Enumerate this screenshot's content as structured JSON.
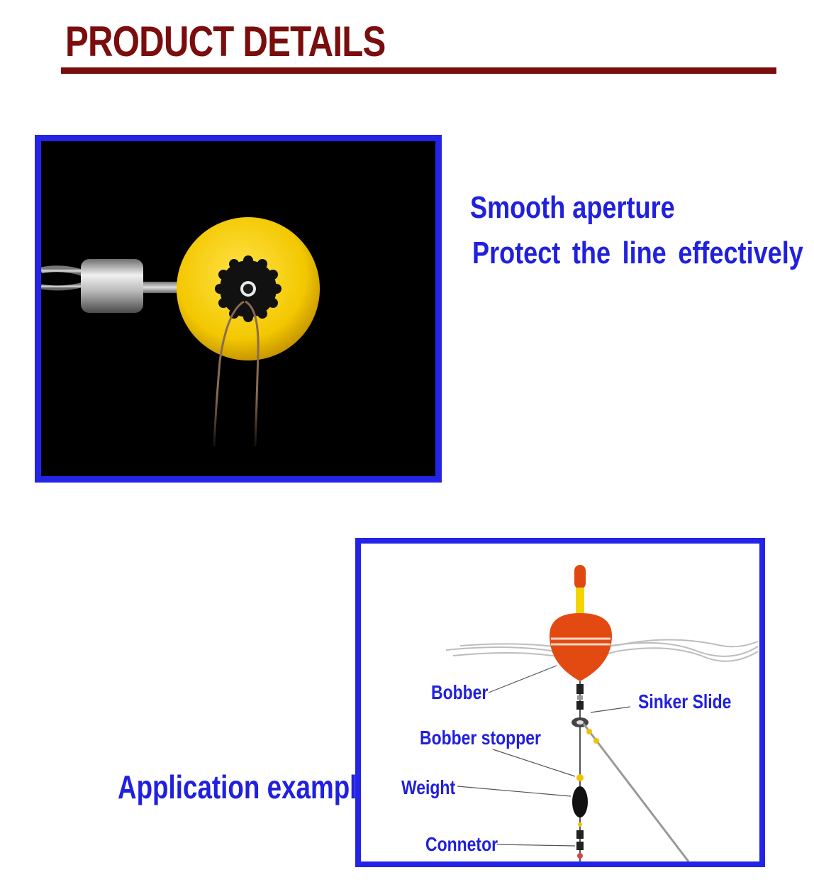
{
  "header": {
    "title": "PRODUCT DETAILS",
    "accent_color": "#7a0d0d"
  },
  "feature": {
    "line1": "Smooth aperture",
    "line2": "Protect the  line  effectively",
    "frame_color": "#2424e6"
  },
  "application": {
    "label": "Application example",
    "diagram_labels": {
      "bobber": "Bobber",
      "sinker_slide": "Sinker Slide",
      "bobber_stopper": "Bobber stopper",
      "weight": "Weight",
      "connector": "Connetor"
    }
  },
  "colors": {
    "text_blue": "#2020dd",
    "bobber_orange": "#e24a12",
    "stopper_yellow": "#f2c200"
  }
}
